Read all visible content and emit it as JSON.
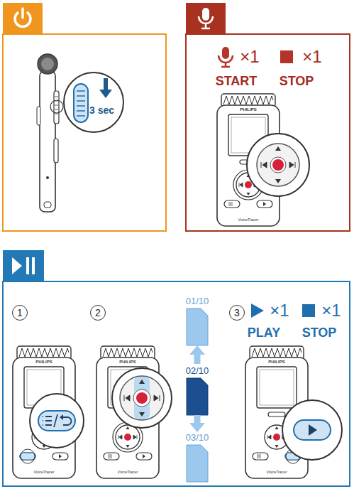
{
  "diagram": {
    "nodes": [
      {
        "text": [
          "3 sec"
        ]
      },
      {
        "text": [
          "1"
        ]
      },
      {
        "text": [
          "2"
        ]
      },
      {
        "text": [
          "01/10"
        ]
      },
      {
        "text": [
          "02/10"
        ]
      },
      {
        "text": [
          "03/10"
        ]
      },
      {
        "text": [
          "3"
        ]
      }
    ],
    "edges": [
      {
        "from": 4,
        "to": 3,
        "arrow": "to"
      },
      {
        "from": 4,
        "to": 5,
        "arrow": "to"
      }
    ],
    "labels": [
      "×1",
      "START",
      "×1",
      "STOP",
      "PHILIPS",
      "VoiceTracer",
      "PHILIPS",
      "VoiceTracer",
      "PHILIPS",
      "VoiceTracer",
      "PHILIPS",
      "VoiceTracer",
      "×1",
      "PLAY",
      "×1",
      "STOP"
    ]
  }
}
